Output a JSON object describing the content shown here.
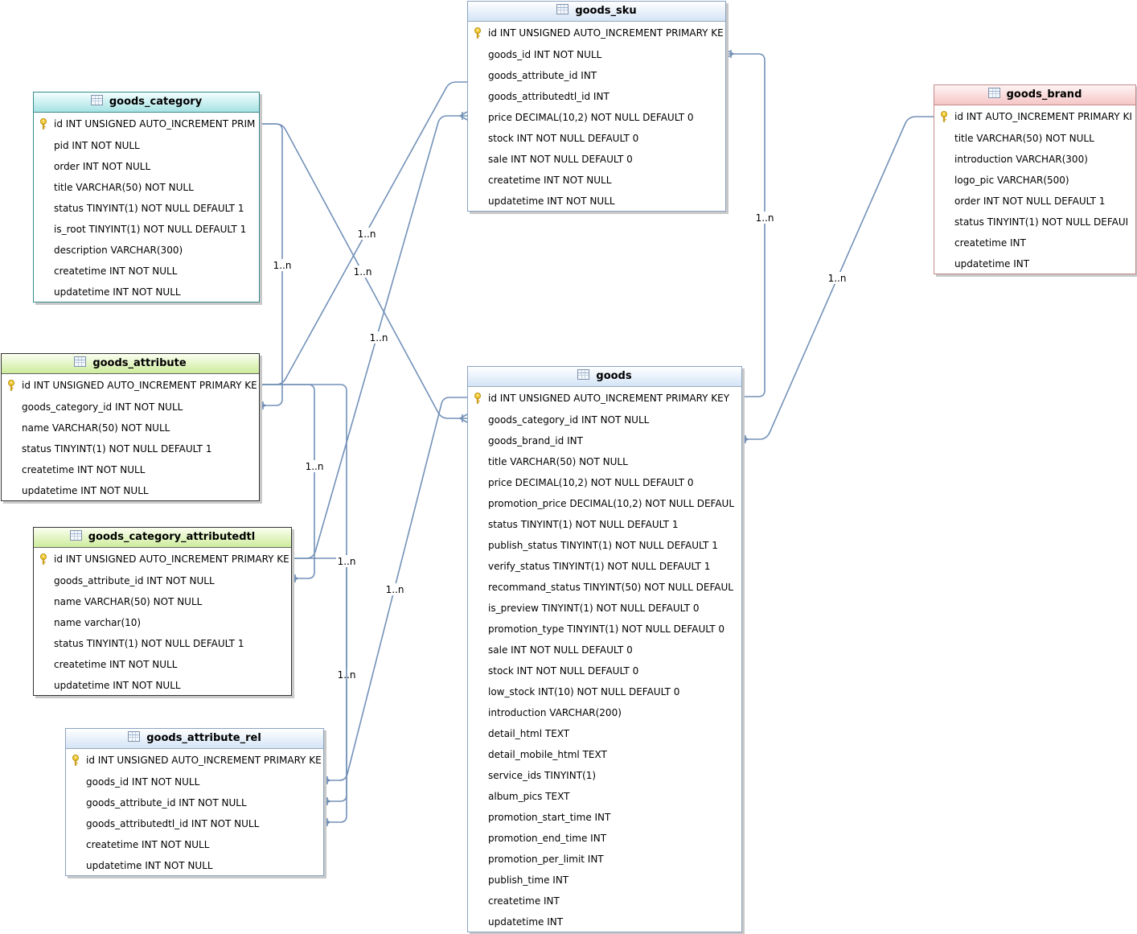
{
  "tables": {
    "goods_sku": {
      "title": "goods_sku",
      "pk": "id INT UNSIGNED AUTO_INCREMENT PRIMARY KE",
      "cols": [
        "goods_id INT NOT NULL",
        "goods_attribute_id INT",
        "goods_attributedtl_id INT",
        "price DECIMAL(10,2) NOT NULL DEFAULT 0",
        "stock INT NOT NULL DEFAULT 0",
        "sale INT NOT NULL DEFAULT 0",
        "createtime INT NOT NULL",
        "updatetime INT NOT NULL"
      ]
    },
    "goods_category": {
      "title": "goods_category",
      "pk": "id INT UNSIGNED AUTO_INCREMENT PRIM",
      "cols": [
        "pid INT NOT NULL",
        "order INT NOT NULL",
        "title VARCHAR(50) NOT NULL",
        "status TINYINT(1) NOT NULL DEFAULT 1",
        "is_root TINYINT(1) NOT NULL DEFAULT 1",
        "description VARCHAR(300)",
        "createtime INT NOT NULL",
        "updatetime INT NOT NULL"
      ]
    },
    "goods_brand": {
      "title": "goods_brand",
      "pk": "id INT AUTO_INCREMENT PRIMARY KI",
      "cols": [
        "title VARCHAR(50) NOT NULL",
        "introduction VARCHAR(300)",
        "logo_pic VARCHAR(500)",
        "order INT NOT NULL DEFAULT 1",
        "status TINYINT(1) NOT NULL DEFAUI",
        "createtime INT",
        "updatetime INT"
      ]
    },
    "goods_attribute": {
      "title": "goods_attribute",
      "pk": "id INT UNSIGNED AUTO_INCREMENT PRIMARY KE",
      "cols": [
        "goods_category_id INT NOT NULL",
        "name VARCHAR(50) NOT NULL",
        "status TINYINT(1) NOT NULL DEFAULT 1",
        "createtime INT NOT NULL",
        "updatetime INT NOT NULL"
      ]
    },
    "goods_category_attributedtl": {
      "title": "goods_category_attributedtl",
      "pk": "id INT UNSIGNED AUTO_INCREMENT PRIMARY KE",
      "cols": [
        "goods_attribute_id INT NOT NULL",
        "name VARCHAR(50) NOT NULL",
        "name varchar(10)",
        "status TINYINT(1) NOT NULL DEFAULT 1",
        "createtime INT NOT NULL",
        "updatetime INT NOT NULL"
      ]
    },
    "goods_attribute_rel": {
      "title": "goods_attribute_rel",
      "pk": "id INT UNSIGNED AUTO_INCREMENT PRIMARY KE",
      "cols": [
        "goods_id INT NOT NULL",
        "goods_attribute_id INT NOT NULL",
        "goods_attributedtl_id INT NOT NULL",
        "createtime INT NOT NULL",
        "updatetime INT NOT NULL"
      ]
    },
    "goods": {
      "title": "goods",
      "pk": "id INT UNSIGNED AUTO_INCREMENT PRIMARY KEY",
      "cols": [
        "goods_category_id INT NOT NULL",
        "goods_brand_id INT",
        "title VARCHAR(50) NOT NULL",
        "price DECIMAL(10,2) NOT NULL DEFAULT 0",
        "promotion_price DECIMAL(10,2) NOT NULL DEFAUL",
        "status TINYINT(1) NOT NULL DEFAULT 1",
        "publish_status TINYINT(1) NOT NULL DEFAULT 1",
        "verify_status TINYINT(1) NOT NULL DEFAULT 1",
        "recommand_status TINYINT(50) NOT NULL DEFAUL",
        "is_preview TINYINT(1) NOT NULL DEFAULT 0",
        "promotion_type TINYINT(1) NOT NULL DEFAULT 0",
        "sale INT NOT NULL DEFAULT 0",
        "stock INT NOT NULL DEFAULT 0",
        "low_stock INT(10) NOT NULL DEFAULT 0",
        "introduction VARCHAR(200)",
        "detail_html TEXT",
        "detail_mobile_html TEXT",
        "service_ids TINYINT(1)",
        "album_pics TEXT",
        "promotion_start_time INT",
        "promotion_end_time INT",
        "promotion_per_limit INT",
        "publish_time INT",
        "createtime INT",
        "updatetime INT"
      ]
    }
  },
  "relations": [
    {
      "id": "rel-sku-goods",
      "label": "1..n"
    },
    {
      "id": "rel-brand-goods",
      "label": "1..n"
    },
    {
      "id": "rel-cat-attr",
      "label": "1..n"
    },
    {
      "id": "rel-cat-goods",
      "label": "1..n"
    },
    {
      "id": "rel-attr-sku",
      "label": "1..n"
    },
    {
      "id": "rel-dtl-sku",
      "label": "1..n"
    },
    {
      "id": "rel-attr-dtl",
      "label": "1..n"
    },
    {
      "id": "rel-attr-rel",
      "label": "1..n"
    },
    {
      "id": "rel-goods-rel",
      "label": "1..n"
    },
    {
      "id": "rel-dtl-rel",
      "label": "1..n"
    }
  ],
  "colors": {
    "line": "#7391b8",
    "key": "#e8c02a"
  },
  "icons": {
    "table": "table-icon",
    "key": "primary-key-icon"
  }
}
